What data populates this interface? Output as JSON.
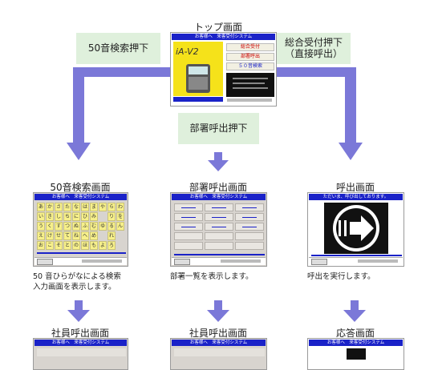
{
  "top": {
    "title": "トップ画面",
    "screen_header": "お客様へ　来客受付システム",
    "menu_buttons": [
      "総合受付",
      "部署呼出",
      "５０音検索"
    ]
  },
  "actions": {
    "kana_search": "50音検索押下",
    "general_reception": "総合受付押下\n（直接呼出）",
    "department_call": "部署呼出押下"
  },
  "screens": {
    "kana": {
      "title": "50音検索画面",
      "header": "お客様へ　来客受付システム",
      "description": "50 音ひらがなによる検索\n入力画面を表示します。",
      "rows": [
        [
          "あ",
          "か",
          "さ",
          "た",
          "な",
          "は",
          "ま",
          "や",
          "ら",
          "わ"
        ],
        [
          "い",
          "き",
          "し",
          "ち",
          "に",
          "ひ",
          "み",
          "",
          "り",
          "を"
        ],
        [
          "う",
          "く",
          "す",
          "つ",
          "ぬ",
          "ふ",
          "む",
          "ゆ",
          "る",
          "ん"
        ],
        [
          "え",
          "け",
          "せ",
          "て",
          "ね",
          "へ",
          "め",
          "",
          "れ",
          ""
        ],
        [
          "お",
          "こ",
          "そ",
          "と",
          "の",
          "ほ",
          "も",
          "よ",
          "ろ",
          ""
        ]
      ]
    },
    "department": {
      "title": "部署呼出画面",
      "header": "お客様へ　来客受付システム",
      "description": "部署一覧を表示します。"
    },
    "call": {
      "title": "呼出画面",
      "header": "ただいま、呼び出しております。",
      "description": "呼出を実行します。"
    },
    "employee1": {
      "title": "社員呼出画面",
      "header": "お客様へ　来客受付システム"
    },
    "employee2": {
      "title": "社員呼出画面",
      "header": "お客様へ　来客受付システム"
    },
    "response": {
      "title": "応答画面",
      "header": "お客様へ　来客受付システム"
    }
  },
  "colors": {
    "arrow": "#7b78d8",
    "action_box": "#dff0dc",
    "screen_header": "#1a22c8",
    "kana_key": "#f7f08a",
    "top_yellow": "#f5e21a"
  }
}
